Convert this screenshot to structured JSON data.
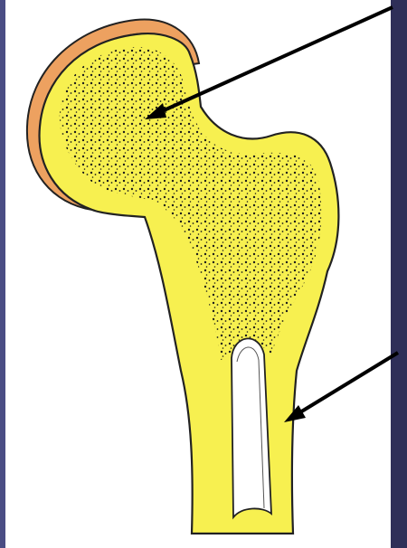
{
  "diagram": {
    "subject": "femur-head-cross-section",
    "colors": {
      "background": "#ffffff",
      "frame_left": "#4a4d84",
      "frame_right": "#2f2f58",
      "bone": "#f7f050",
      "cartilage": "#eda160",
      "outline": "#222222",
      "spongy_dots": "#1b1b1b",
      "medullary_cavity": "#ffffff",
      "arrow": "#000000"
    },
    "arrows": [
      {
        "target": "spongy-bone"
      },
      {
        "target": "compact-bone"
      }
    ]
  }
}
